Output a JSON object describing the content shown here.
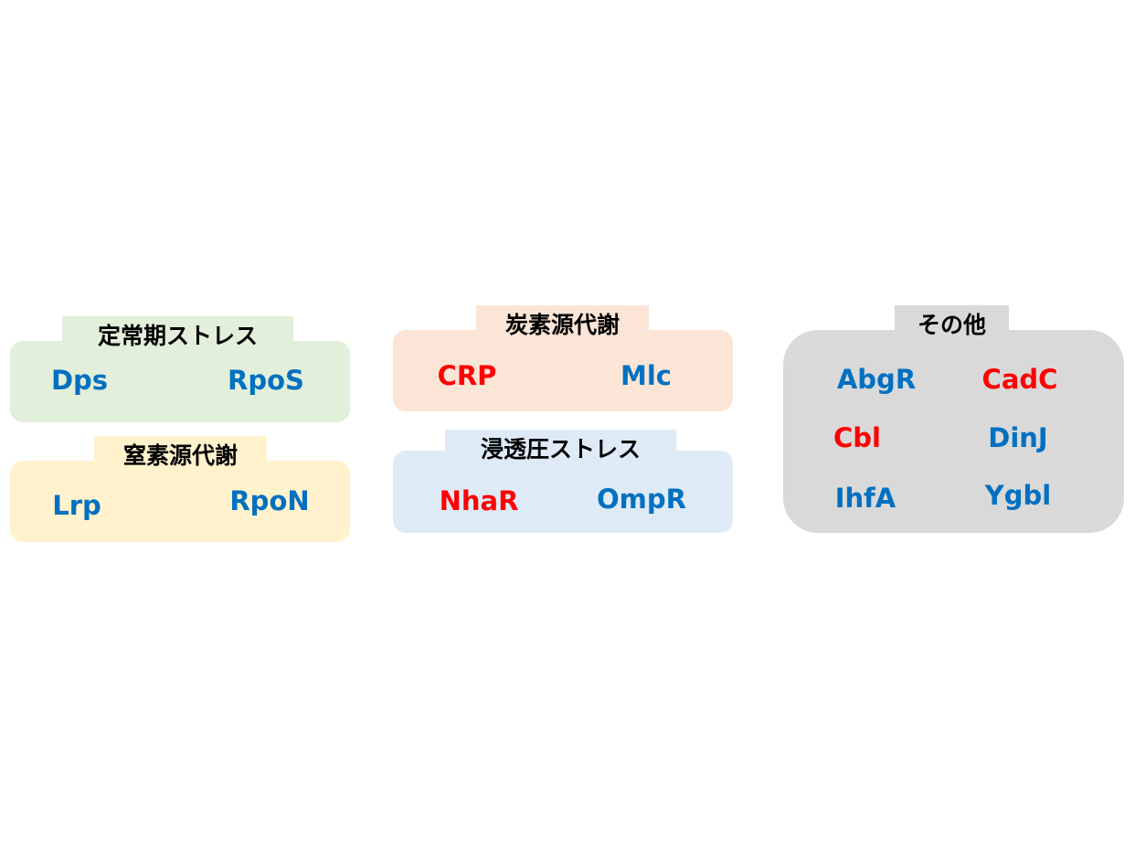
{
  "colors": {
    "activator": "#0070c0",
    "repressor": "#ff0000",
    "stationary": "#e2efda",
    "nitrogen": "#fff2cc",
    "carbon": "#fbe5d6",
    "osmotic": "#deebf7",
    "other": "#d9d9d9"
  },
  "groups": {
    "stationary": {
      "title": "定常期ストレス",
      "genes": [
        {
          "name": "Dps",
          "color": "blue"
        },
        {
          "name": "RpoS",
          "color": "blue"
        }
      ]
    },
    "nitrogen": {
      "title": "窒素源代謝",
      "genes": [
        {
          "name": "Lrp",
          "color": "blue"
        },
        {
          "name": "RpoN",
          "color": "blue"
        }
      ]
    },
    "carbon": {
      "title": "炭素源代謝",
      "genes": [
        {
          "name": "CRP",
          "color": "red"
        },
        {
          "name": "Mlc",
          "color": "blue"
        }
      ]
    },
    "osmotic": {
      "title": "浸透圧ストレス",
      "genes": [
        {
          "name": "NhaR",
          "color": "red"
        },
        {
          "name": "OmpR",
          "color": "blue"
        }
      ]
    },
    "other": {
      "title": "その他",
      "genes": [
        {
          "name": "AbgR",
          "color": "blue"
        },
        {
          "name": "CadC",
          "color": "red"
        },
        {
          "name": "Cbl",
          "color": "red"
        },
        {
          "name": "DinJ",
          "color": "blue"
        },
        {
          "name": "IhfA",
          "color": "blue"
        },
        {
          "name": "Ygbl",
          "color": "blue"
        }
      ]
    }
  }
}
